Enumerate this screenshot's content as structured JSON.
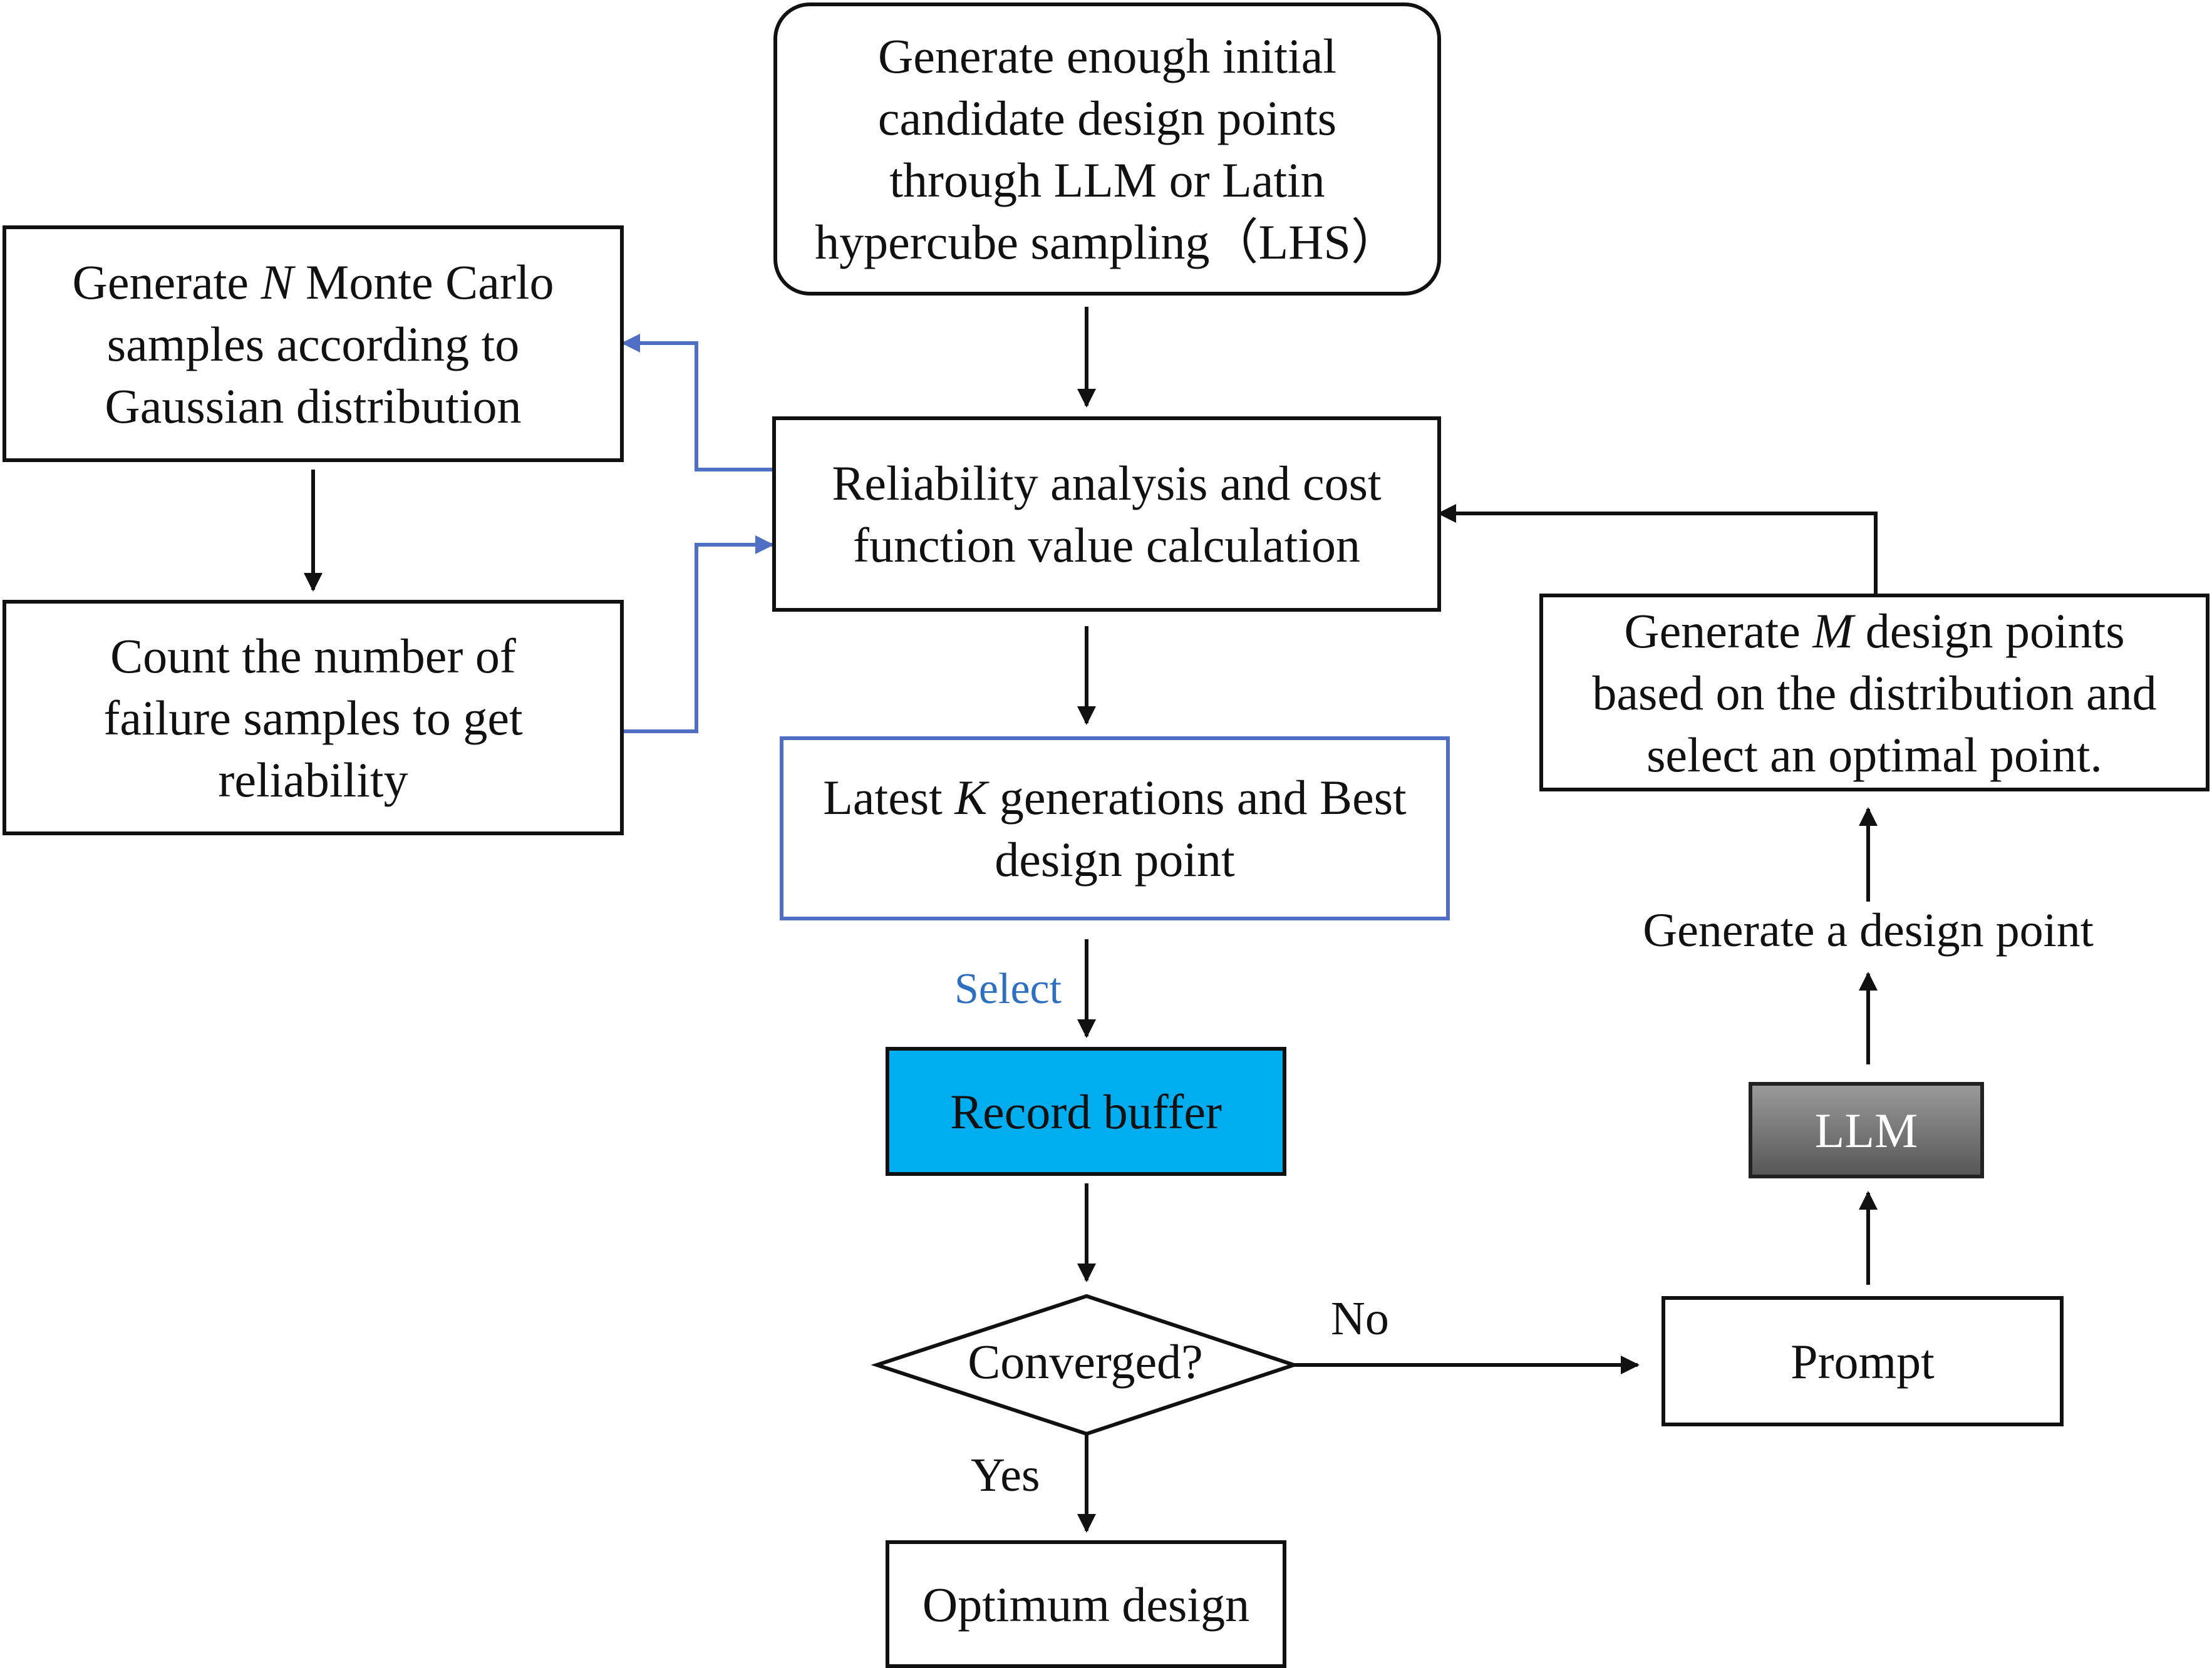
{
  "nodes": {
    "init": {
      "lines": [
        "Generate enough initial",
        "candidate design points",
        "through LLM or Latin",
        "hypercube sampling（LHS）"
      ]
    },
    "monte_carlo": {
      "line1_pre": "Generate ",
      "line1_var": "N",
      "line1_post": " Monte Carlo",
      "line2": "samples according to",
      "line3": "Gaussian distribution"
    },
    "count": {
      "lines": [
        "Count the number of",
        "failure samples to get",
        "reliability"
      ]
    },
    "reliability": {
      "lines": [
        "Reliability analysis and cost",
        "function value calculation"
      ]
    },
    "generate_m": {
      "line1_pre": "Generate ",
      "line1_var": "M",
      "line1_post": " design points",
      "line2": "based on the distribution and",
      "line3": "select an optimal point."
    },
    "latest": {
      "line1_pre": "Latest ",
      "line1_var": "K",
      "line1_post": " generations and Best",
      "line2": "design point"
    },
    "record": {
      "label": "Record buffer"
    },
    "llm": {
      "label": "LLM"
    },
    "converged": {
      "label": "Converged?"
    },
    "prompt": {
      "label": "Prompt"
    },
    "optimum": {
      "label": "Optimum design"
    }
  },
  "edge_labels": {
    "select": "Select",
    "no": "No",
    "yes": "Yes",
    "generate_point": "Generate a design point"
  },
  "colors": {
    "line": "#111111",
    "blue_line": "#4f6fc4",
    "record_fill": "#00adef",
    "llm_fill": "#7a7a7a",
    "select_text": "#2f6fc0"
  }
}
